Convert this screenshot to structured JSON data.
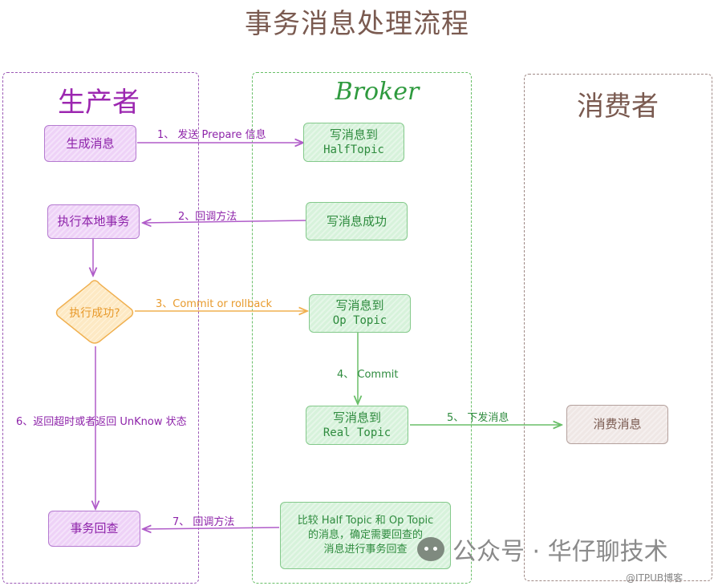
{
  "title": "事务消息处理流程",
  "lanes": {
    "producer": "生产者",
    "broker": "Broker",
    "consumer": "消费者"
  },
  "nodes": {
    "generate_message": "生成消息",
    "execute_local_tx": "执行本地事务",
    "exec_success": "执行成功?",
    "tx_check": "事务回查",
    "write_half_line1": "写消息到",
    "write_half_line2": "HalfTopic",
    "write_success": "写消息成功",
    "write_op_line1": "写消息到",
    "write_op_line2": "Op Topic",
    "write_real_line1": "写消息到",
    "write_real_line2": "Real Topic",
    "compare_line1": "比较 Half Topic 和 Op Topic",
    "compare_line2": "的消息，确定需要回查的",
    "compare_line3": "消息进行事务回查",
    "consume_message": "消费消息"
  },
  "edges": {
    "e1": "1、 发送 Prepare 信息",
    "e2": "2、回调方法",
    "e3": "3、Commit or rollback",
    "e4": "4、 Commit",
    "e5": "5、  下发消息",
    "e6": "6、返回超时或者返回 UnKnow 状态",
    "e7": "7、  回调方法"
  },
  "colors": {
    "producer": "#9c27b0",
    "broker": "#2e9a3e",
    "consumer": "#7a5a50",
    "decision": "#e89a2c"
  },
  "watermark": {
    "text": "公众号 · 华仔聊技术",
    "source": "@ITPUB博客"
  }
}
